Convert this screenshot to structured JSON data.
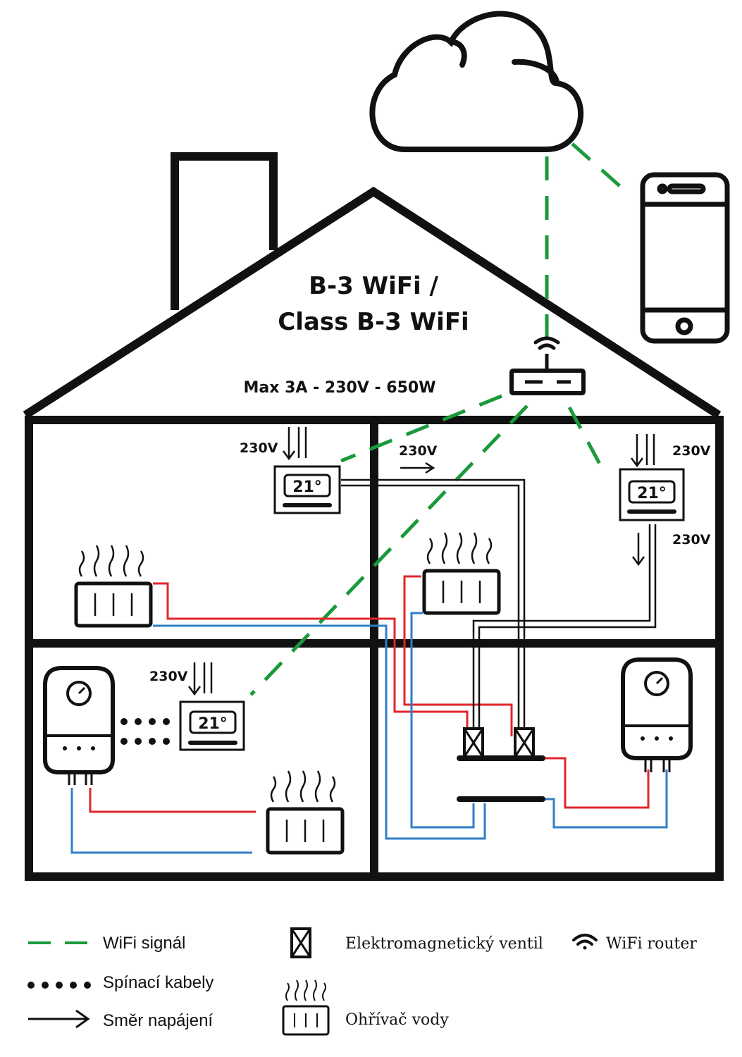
{
  "title": {
    "line1": "B-3 WiFi /",
    "line2": "Class B-3 WiFi"
  },
  "spec": "Max 3A - 230V - 650W",
  "voltage_label": "230V",
  "thermostat_temperature": "21°",
  "legend": {
    "wifi_signal": "WiFi signál",
    "switching_cables": "Spínací kabely",
    "power_direction": "Směr napájení",
    "solenoid_valve": "Elektromagnetický ventil",
    "wifi_router": "WiFi router",
    "water_heater": "Ohřívač vody"
  },
  "colors": {
    "wifi_line": "#1a9a3c",
    "hot_pipe": "#e0262b",
    "cold_pipe": "#2f7fc8",
    "outline": "#111111"
  }
}
